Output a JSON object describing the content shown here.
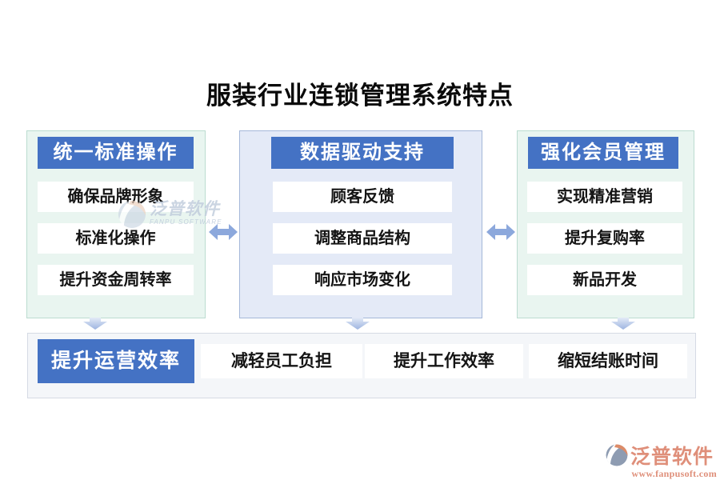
{
  "title": "服装行业连锁管理系统特点",
  "columns": [
    {
      "header": "统一标准操作",
      "items": [
        "确保品牌形象",
        "标准化操作",
        "提升资金周转率"
      ]
    },
    {
      "header": "数据驱动支持",
      "items": [
        "顾客反馈",
        "调整商品结构",
        "响应市场变化"
      ]
    },
    {
      "header": "强化会员管理",
      "items": [
        "实现精准营销",
        "提升复购率",
        "新品开发"
      ]
    }
  ],
  "bottom_band": {
    "header": "提升运营效率",
    "items": [
      "减轻员工负担",
      "提升工作效率",
      "缩短结账时间"
    ]
  },
  "watermark": {
    "brand": "泛普软件",
    "brand_en": "FANPU SOFTWARE"
  },
  "footer": {
    "brand": "泛普软件",
    "website": "www.fanpusoft.com"
  },
  "icons": {
    "double_arrow": "left-right-arrow",
    "down_arrow": "down-arrow",
    "brand_mark": "fanpu-logo"
  },
  "colors": {
    "header_blue": "#4472c4",
    "mint_panel": "#e9f5f0",
    "blue_panel": "#e4eaf7",
    "band_gray": "#f4f6f9",
    "arrow_blue": "#8ca8dc",
    "brand_salmon": "#df8f7a"
  }
}
